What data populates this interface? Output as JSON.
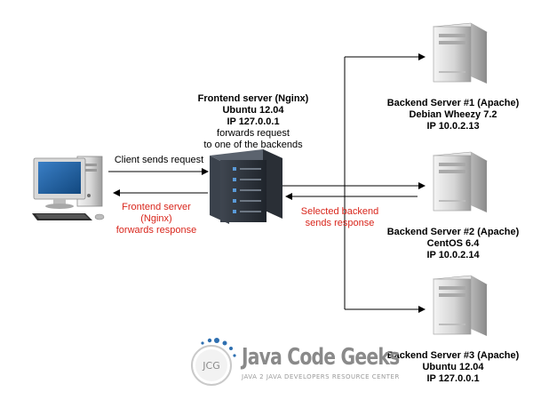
{
  "frontend": {
    "title": "Frontend server (Nginx)",
    "os": "Ubuntu 12.04",
    "ip": "IP 127.0.0.1",
    "note_line1": "forwards request",
    "note_line2": "to one of the backends"
  },
  "client": {
    "request_label": "Client sends request",
    "response_line1": "Frontend server",
    "response_line2": "(Nginx)",
    "response_line3": "forwards response"
  },
  "backend_response": {
    "line1": "Selected backend",
    "line2": "sends response"
  },
  "backends": [
    {
      "title": "Backend Server #1 (Apache)",
      "os": "Debian Wheezy 7.2",
      "ip": "IP 10.0.2.13"
    },
    {
      "title": "Backend Server #2 (Apache)",
      "os": "CentOS 6.4",
      "ip": "IP 10.0.2.14"
    },
    {
      "title": "Backend Server #3 (Apache)",
      "os": "Ubuntu 12.04",
      "ip": "IP 127.0.0.1"
    }
  ],
  "logo": {
    "initials": "JCG",
    "name": "Java Code Geeks",
    "tagline": "JAVA 2 JAVA DEVELOPERS RESOURCE CENTER"
  },
  "colors": {
    "response_text": "#d9261c",
    "line": "#000000",
    "logo_blue": "#2e6fb0"
  },
  "icons": [
    "desktop-computer-icon",
    "rack-server-icon",
    "tower-server-icon",
    "arrow-icon"
  ]
}
